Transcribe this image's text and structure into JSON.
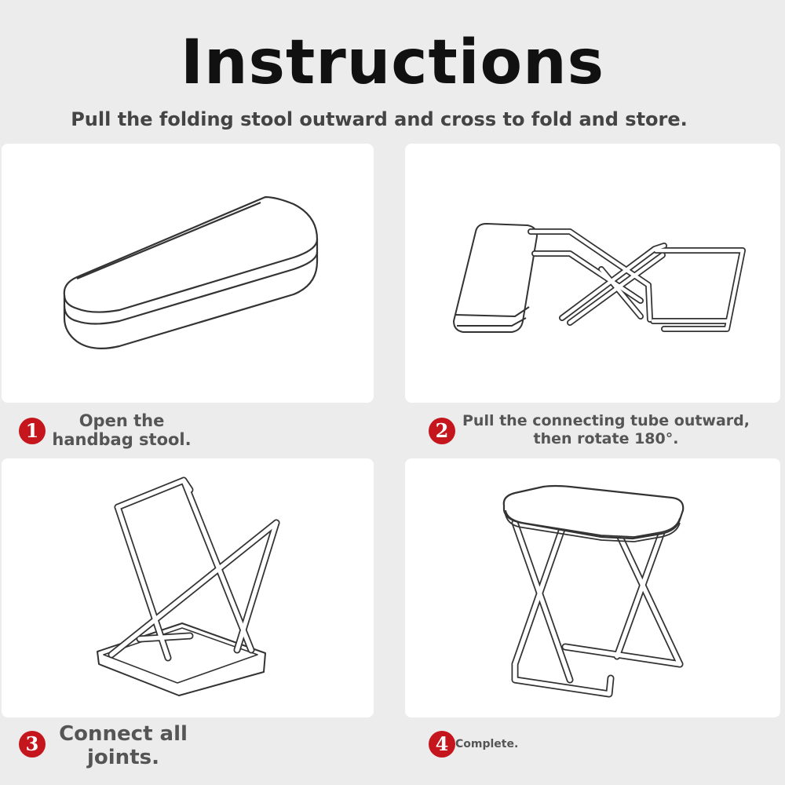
{
  "header": {
    "title": "Instructions",
    "subtitle": "Pull the folding stool outward and cross to fold and store."
  },
  "steps": [
    {
      "number": "1",
      "line1": "Open the",
      "line2": "handbag stool.",
      "illustration": "folded-case-icon"
    },
    {
      "number": "2",
      "line1": "Pull the connecting tube outward,",
      "line2": "then rotate 180°.",
      "illustration": "unfolding-stool-icon"
    },
    {
      "number": "3",
      "line1": "Connect all",
      "line2": "joints.",
      "illustration": "frame-assembly-icon"
    },
    {
      "number": "4",
      "line1": "Complete.",
      "illustration": "assembled-stool-icon"
    }
  ],
  "colors": {
    "badge": "#c4161c",
    "background": "#ececec",
    "panel": "#ffffff"
  }
}
